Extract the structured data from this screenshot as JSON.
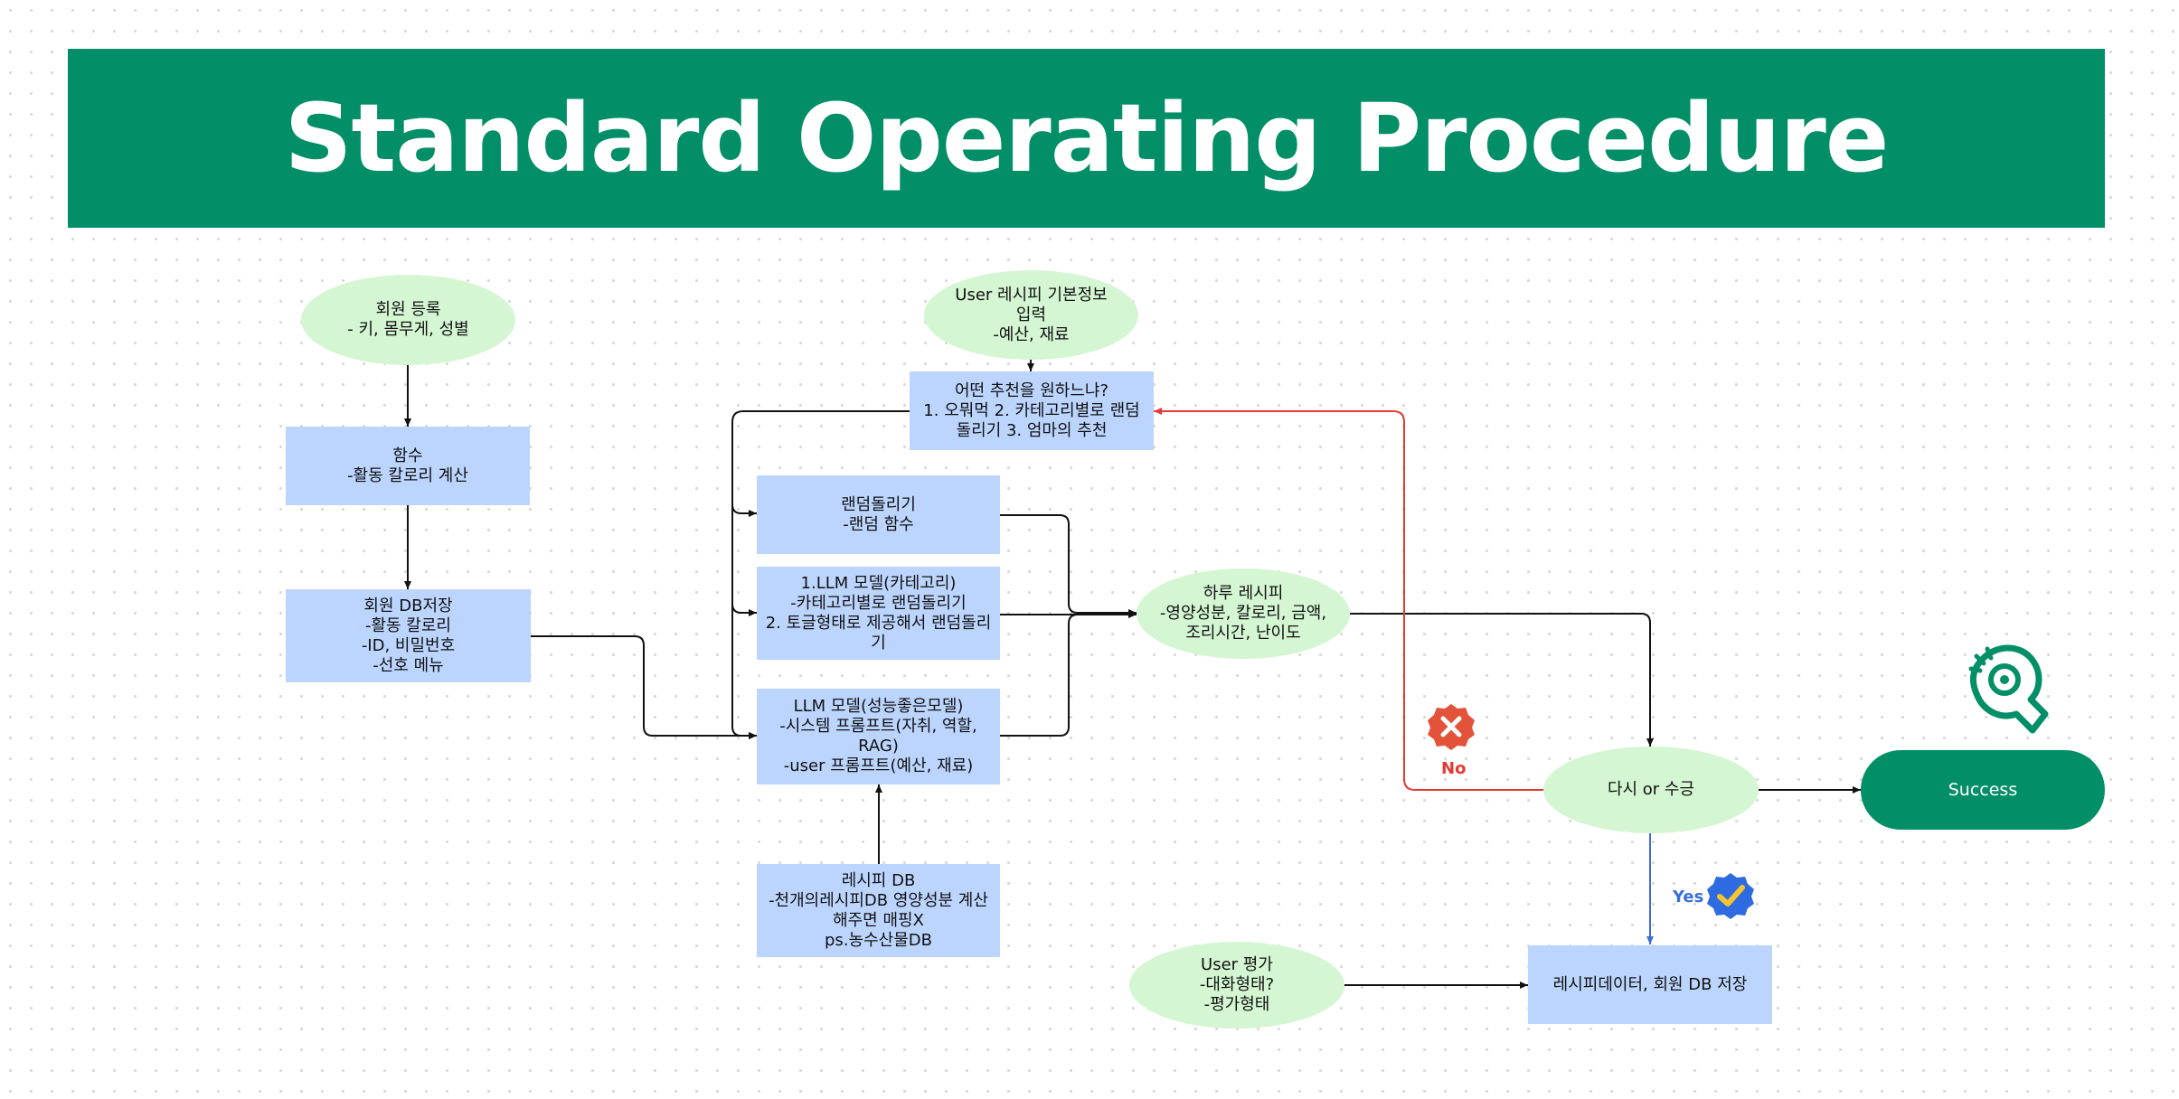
{
  "title": "Standard Operating Procedure",
  "nodes": {
    "member_register": "회원 등록\n- 키, 몸무게, 성별",
    "function_calc": "함수\n-활동 칼로리 계산",
    "member_db": "회원 DB저장\n-활동 칼로리\n-ID, 비밀번호\n-선호 메뉴",
    "user_input": "User 레시피 기본정보\n입력\n-예산, 재료",
    "which_reco": "어떤 추천을 원하느냐?\n1. 오뭐먹 2. 카테고리별로 랜덤\n돌리기 3. 엄마의 추천",
    "random": "랜덤돌리기\n-랜덤 함수",
    "llm_category": "1.LLM 모델(카테고리)\n-카테고리별로 랜덤돌리기\n2. 토글형태로 제공해서 랜덤돌리\n기",
    "llm_good": "LLM 모델(성능좋은모델)\n-시스템 프롬프트(자취, 역할,\nRAG)\n-user 프롬프트(예산, 재료)",
    "recipe_db": "레시피 DB\n-천개의레시피DB 영양성분 계산\n해주면 매핑X\nps.농수산물DB",
    "daily_recipe": "하루 레시피\n-영양성분, 칼로리, 금액,\n조리시간, 난이도",
    "retry_or_accept": "다시 or 수긍",
    "success": "Success",
    "user_eval": "User 평가\n-대화형태?\n-평가형태",
    "save_db": "레시피데이터, 회원 DB 저장"
  },
  "labels": {
    "no": "No",
    "yes": "Yes"
  },
  "icons": {
    "no": "x-badge-icon",
    "yes": "check-badge-icon",
    "success": "hand-coin-icon"
  },
  "colors": {
    "banner": "#028f68",
    "rect": "#bcd5ff",
    "oval": "#d4f6d2",
    "no_line": "#e53935",
    "yes_line": "#3a6fd8"
  }
}
